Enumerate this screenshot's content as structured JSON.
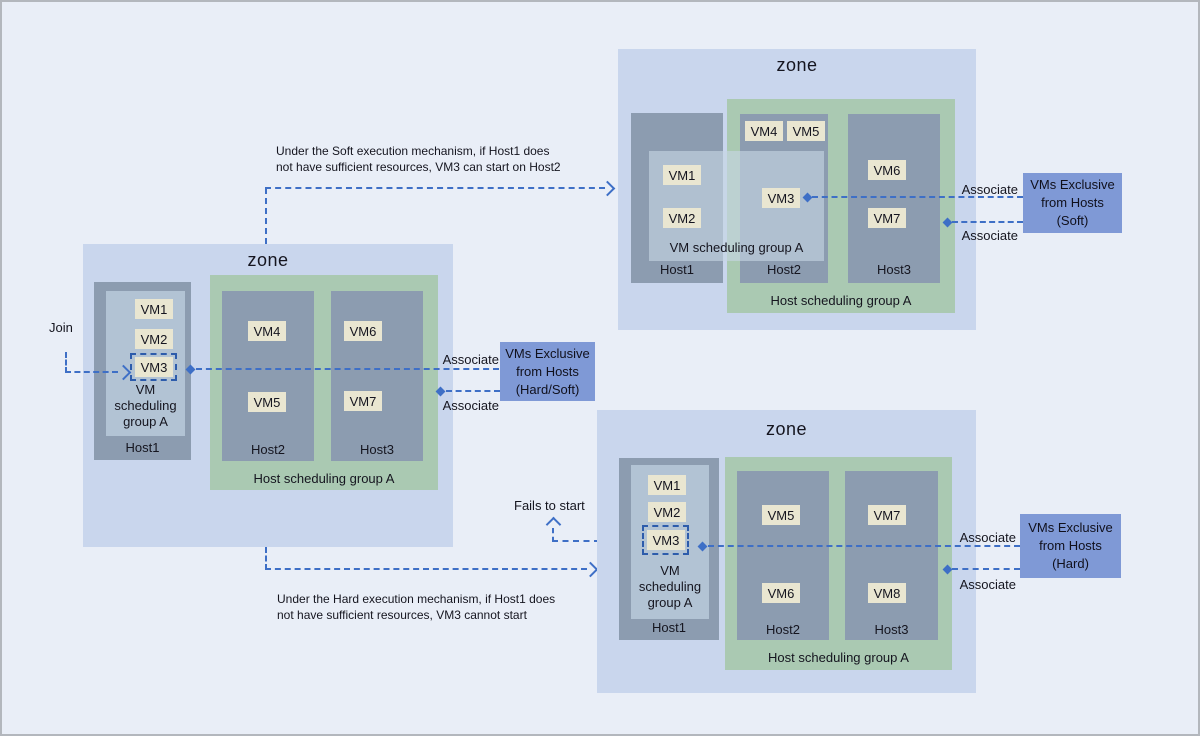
{
  "colors": {
    "page_bg": "#e9eef7",
    "page_border": "#b3b7bd",
    "zone_fill": "#c9d6ed",
    "host_fill": "#8c9cb0",
    "vm_group_fill": "#b2c3d4",
    "host_group_fill": "#aac9b2",
    "vm_fill": "#e9e6d1",
    "callout_fill": "#7f99d6",
    "line_blue": "#3e6fc6",
    "vm3_outline": "#2d5cab",
    "text": "#15151f"
  },
  "zones": {
    "left": {
      "title": "zone",
      "join_label": "Join",
      "host1": {
        "label": "Host1",
        "group_lines": [
          "VM",
          "scheduling",
          "group A"
        ],
        "vms": [
          "VM1",
          "VM2",
          "VM3"
        ]
      },
      "host_group": {
        "label": "Host scheduling group A",
        "host2": {
          "label": "Host2",
          "vms": [
            "VM4",
            "VM5"
          ]
        },
        "host3": {
          "label": "Host3",
          "vms": [
            "VM6",
            "VM7"
          ]
        }
      },
      "associate_top": "Associate",
      "associate_bottom": "Associate",
      "callout": {
        "line1": "VMs Exclusive",
        "line2": "from Hosts",
        "line3": "(Hard/Soft)"
      }
    },
    "top_right": {
      "title": "zone",
      "note": {
        "line1": "Under the Soft execution mechanism, if Host1 does",
        "line2": "not have sufficient resources, VM3 can start on Host2"
      },
      "host1": {
        "label": "Host1",
        "vms": [
          "VM1",
          "VM2"
        ]
      },
      "vm_group_label": "VM scheduling group A",
      "vm3": "VM3",
      "host_group": {
        "label": "Host scheduling group A",
        "host2": {
          "label": "Host2",
          "vms": [
            "VM4",
            "VM5"
          ]
        },
        "host3": {
          "label": "Host3",
          "vms": [
            "VM6",
            "VM7"
          ]
        }
      },
      "associate_top": "Associate",
      "associate_bottom": "Associate",
      "callout": {
        "line1": "VMs Exclusive",
        "line2": "from Hosts",
        "line3": "(Soft)"
      }
    },
    "bottom_right": {
      "title": "zone",
      "note": {
        "line1": "Under the Hard execution mechanism, if Host1 does",
        "line2": "not have sufficient resources, VM3 cannot start"
      },
      "fails_label": "Fails to start",
      "host1": {
        "label": "Host1",
        "group_lines": [
          "VM",
          "scheduling",
          "group A"
        ],
        "vms": [
          "VM1",
          "VM2",
          "VM3"
        ]
      },
      "host_group": {
        "label": "Host scheduling group A",
        "host2": {
          "label": "Host2",
          "vms": [
            "VM5",
            "VM6"
          ]
        },
        "host3": {
          "label": "Host3",
          "vms": [
            "VM7",
            "VM8"
          ]
        }
      },
      "associate_top": "Associate",
      "associate_bottom": "Associate",
      "callout": {
        "line1": "VMs Exclusive",
        "line2": "from Hosts",
        "line3": "(Hard)"
      }
    }
  }
}
